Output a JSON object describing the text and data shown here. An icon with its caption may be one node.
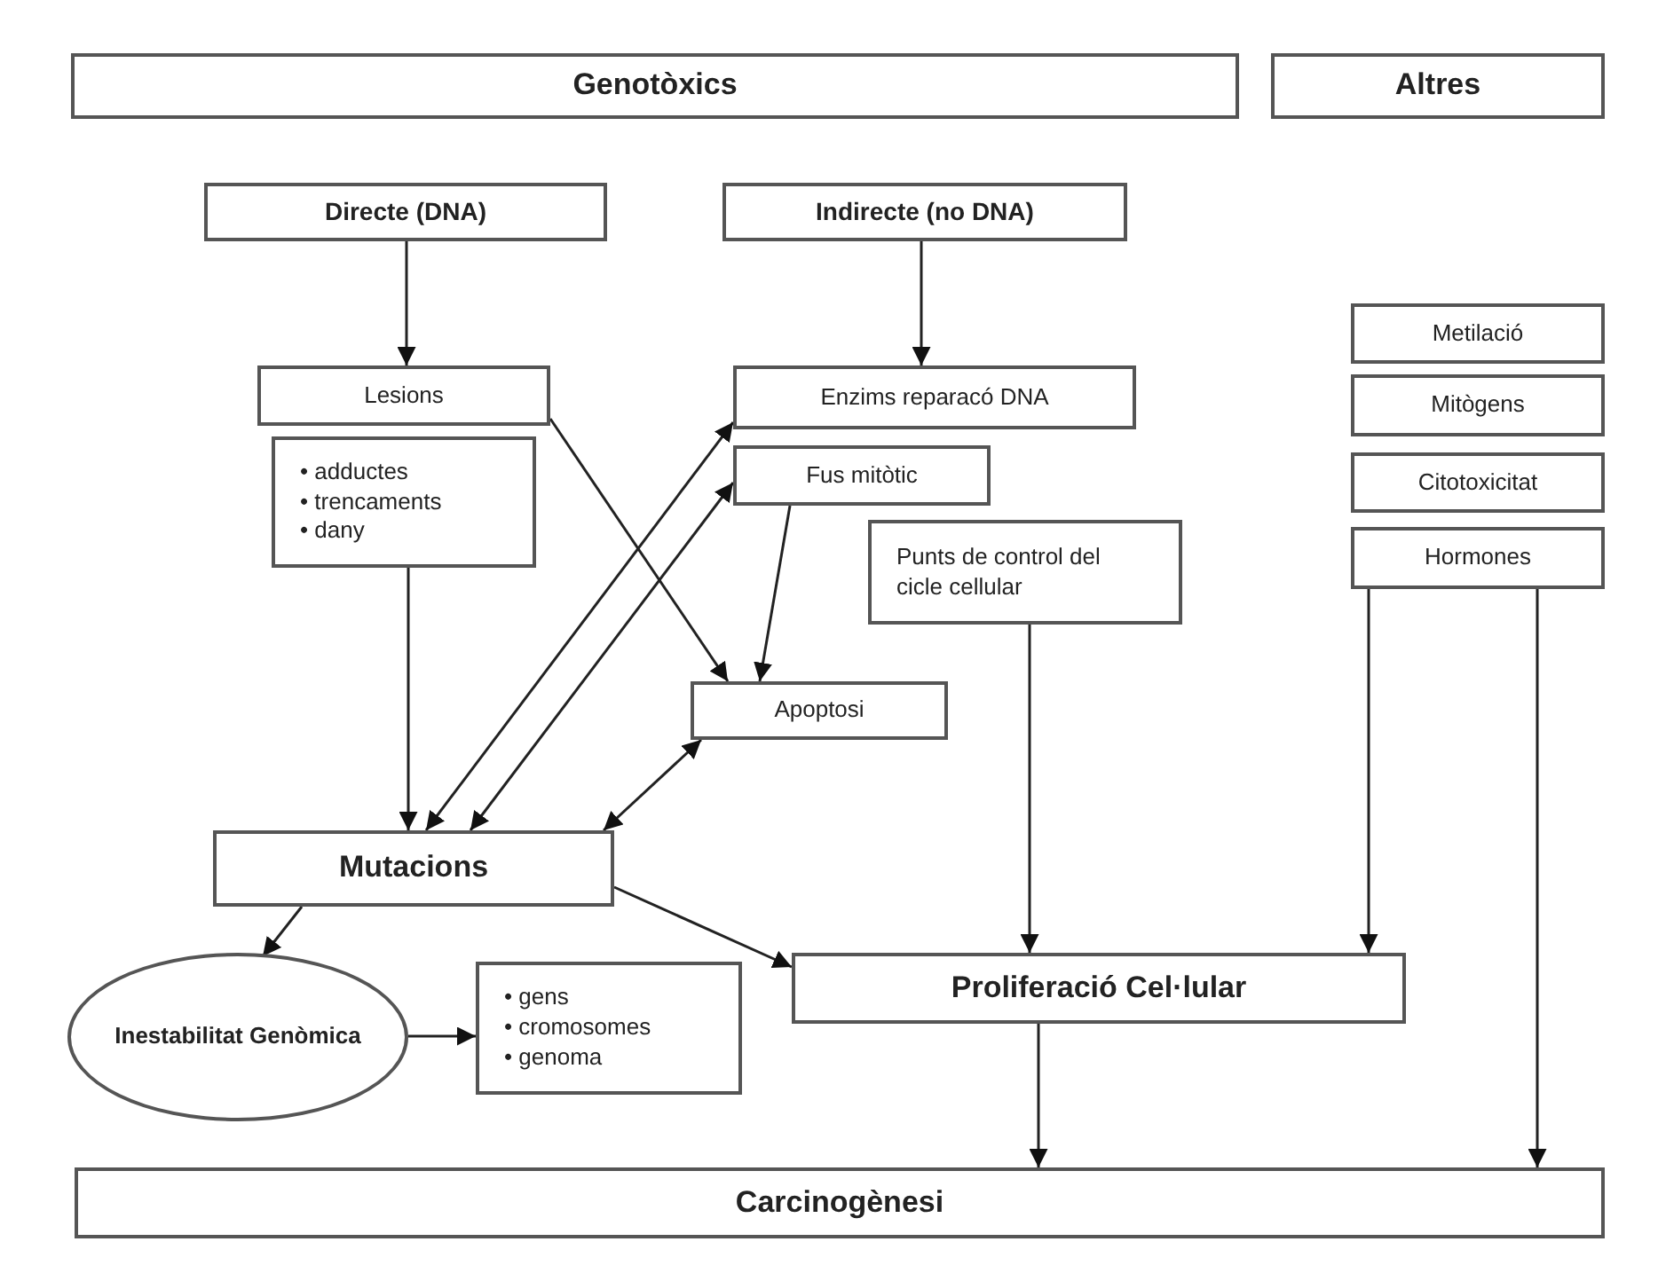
{
  "diagram": {
    "nodes": [
      {
        "text": [
          "Genotòxics"
        ]
      },
      {
        "text": [
          "Altres"
        ]
      },
      {
        "text": [
          "Directe (DNA)"
        ]
      },
      {
        "text": [
          "Indirecte (no DNA)"
        ]
      },
      {
        "text": [
          "Lesions"
        ]
      },
      {
        "text": [
          "• adductes",
          "• trencaments",
          "• dany"
        ]
      },
      {
        "text": [
          "Enzims reparacó DNA"
        ]
      },
      {
        "text": [
          "Fus mitòtic"
        ]
      },
      {
        "text": [
          "Punts de control del cicle cellular"
        ]
      },
      {
        "text": [
          "Apoptosi"
        ]
      },
      {
        "text": [
          "Metilació"
        ]
      },
      {
        "text": [
          "Mitògens"
        ]
      },
      {
        "text": [
          "Citotoxicitat"
        ]
      },
      {
        "text": [
          "Hormones"
        ]
      },
      {
        "text": [
          "Mutacions"
        ]
      },
      {
        "text": [
          "Inestabilitat Genòmica"
        ]
      },
      {
        "text": [
          "• gens",
          "• cromosomes",
          "• genoma"
        ]
      },
      {
        "text": [
          "Proliferació Cel·lular"
        ]
      },
      {
        "text": [
          "Carcinogènesi"
        ]
      }
    ],
    "edges": [
      {
        "from": 2,
        "to": 4,
        "arrow": "to"
      },
      {
        "from": 3,
        "to": 6,
        "arrow": "to"
      },
      {
        "from": 5,
        "to": 14,
        "arrow": "to"
      },
      {
        "from": 4,
        "to": 9,
        "arrow": "to"
      },
      {
        "from": 14,
        "to": 6,
        "arrow": "both"
      },
      {
        "from": 14,
        "to": 7,
        "arrow": "both"
      },
      {
        "from": 7,
        "to": 9,
        "arrow": "to"
      },
      {
        "from": 14,
        "to": 9,
        "arrow": "both"
      },
      {
        "from": 14,
        "to": 15,
        "arrow": "to"
      },
      {
        "from": 14,
        "to": 17,
        "arrow": "to"
      },
      {
        "from": 15,
        "to": 16,
        "arrow": "to"
      },
      {
        "from": 8,
        "to": 17,
        "arrow": "to"
      },
      {
        "from": 13,
        "to": 17,
        "arrow": "to"
      },
      {
        "from": 13,
        "to": 18,
        "arrow": "to"
      },
      {
        "from": 17,
        "to": 18,
        "arrow": "to"
      }
    ]
  }
}
